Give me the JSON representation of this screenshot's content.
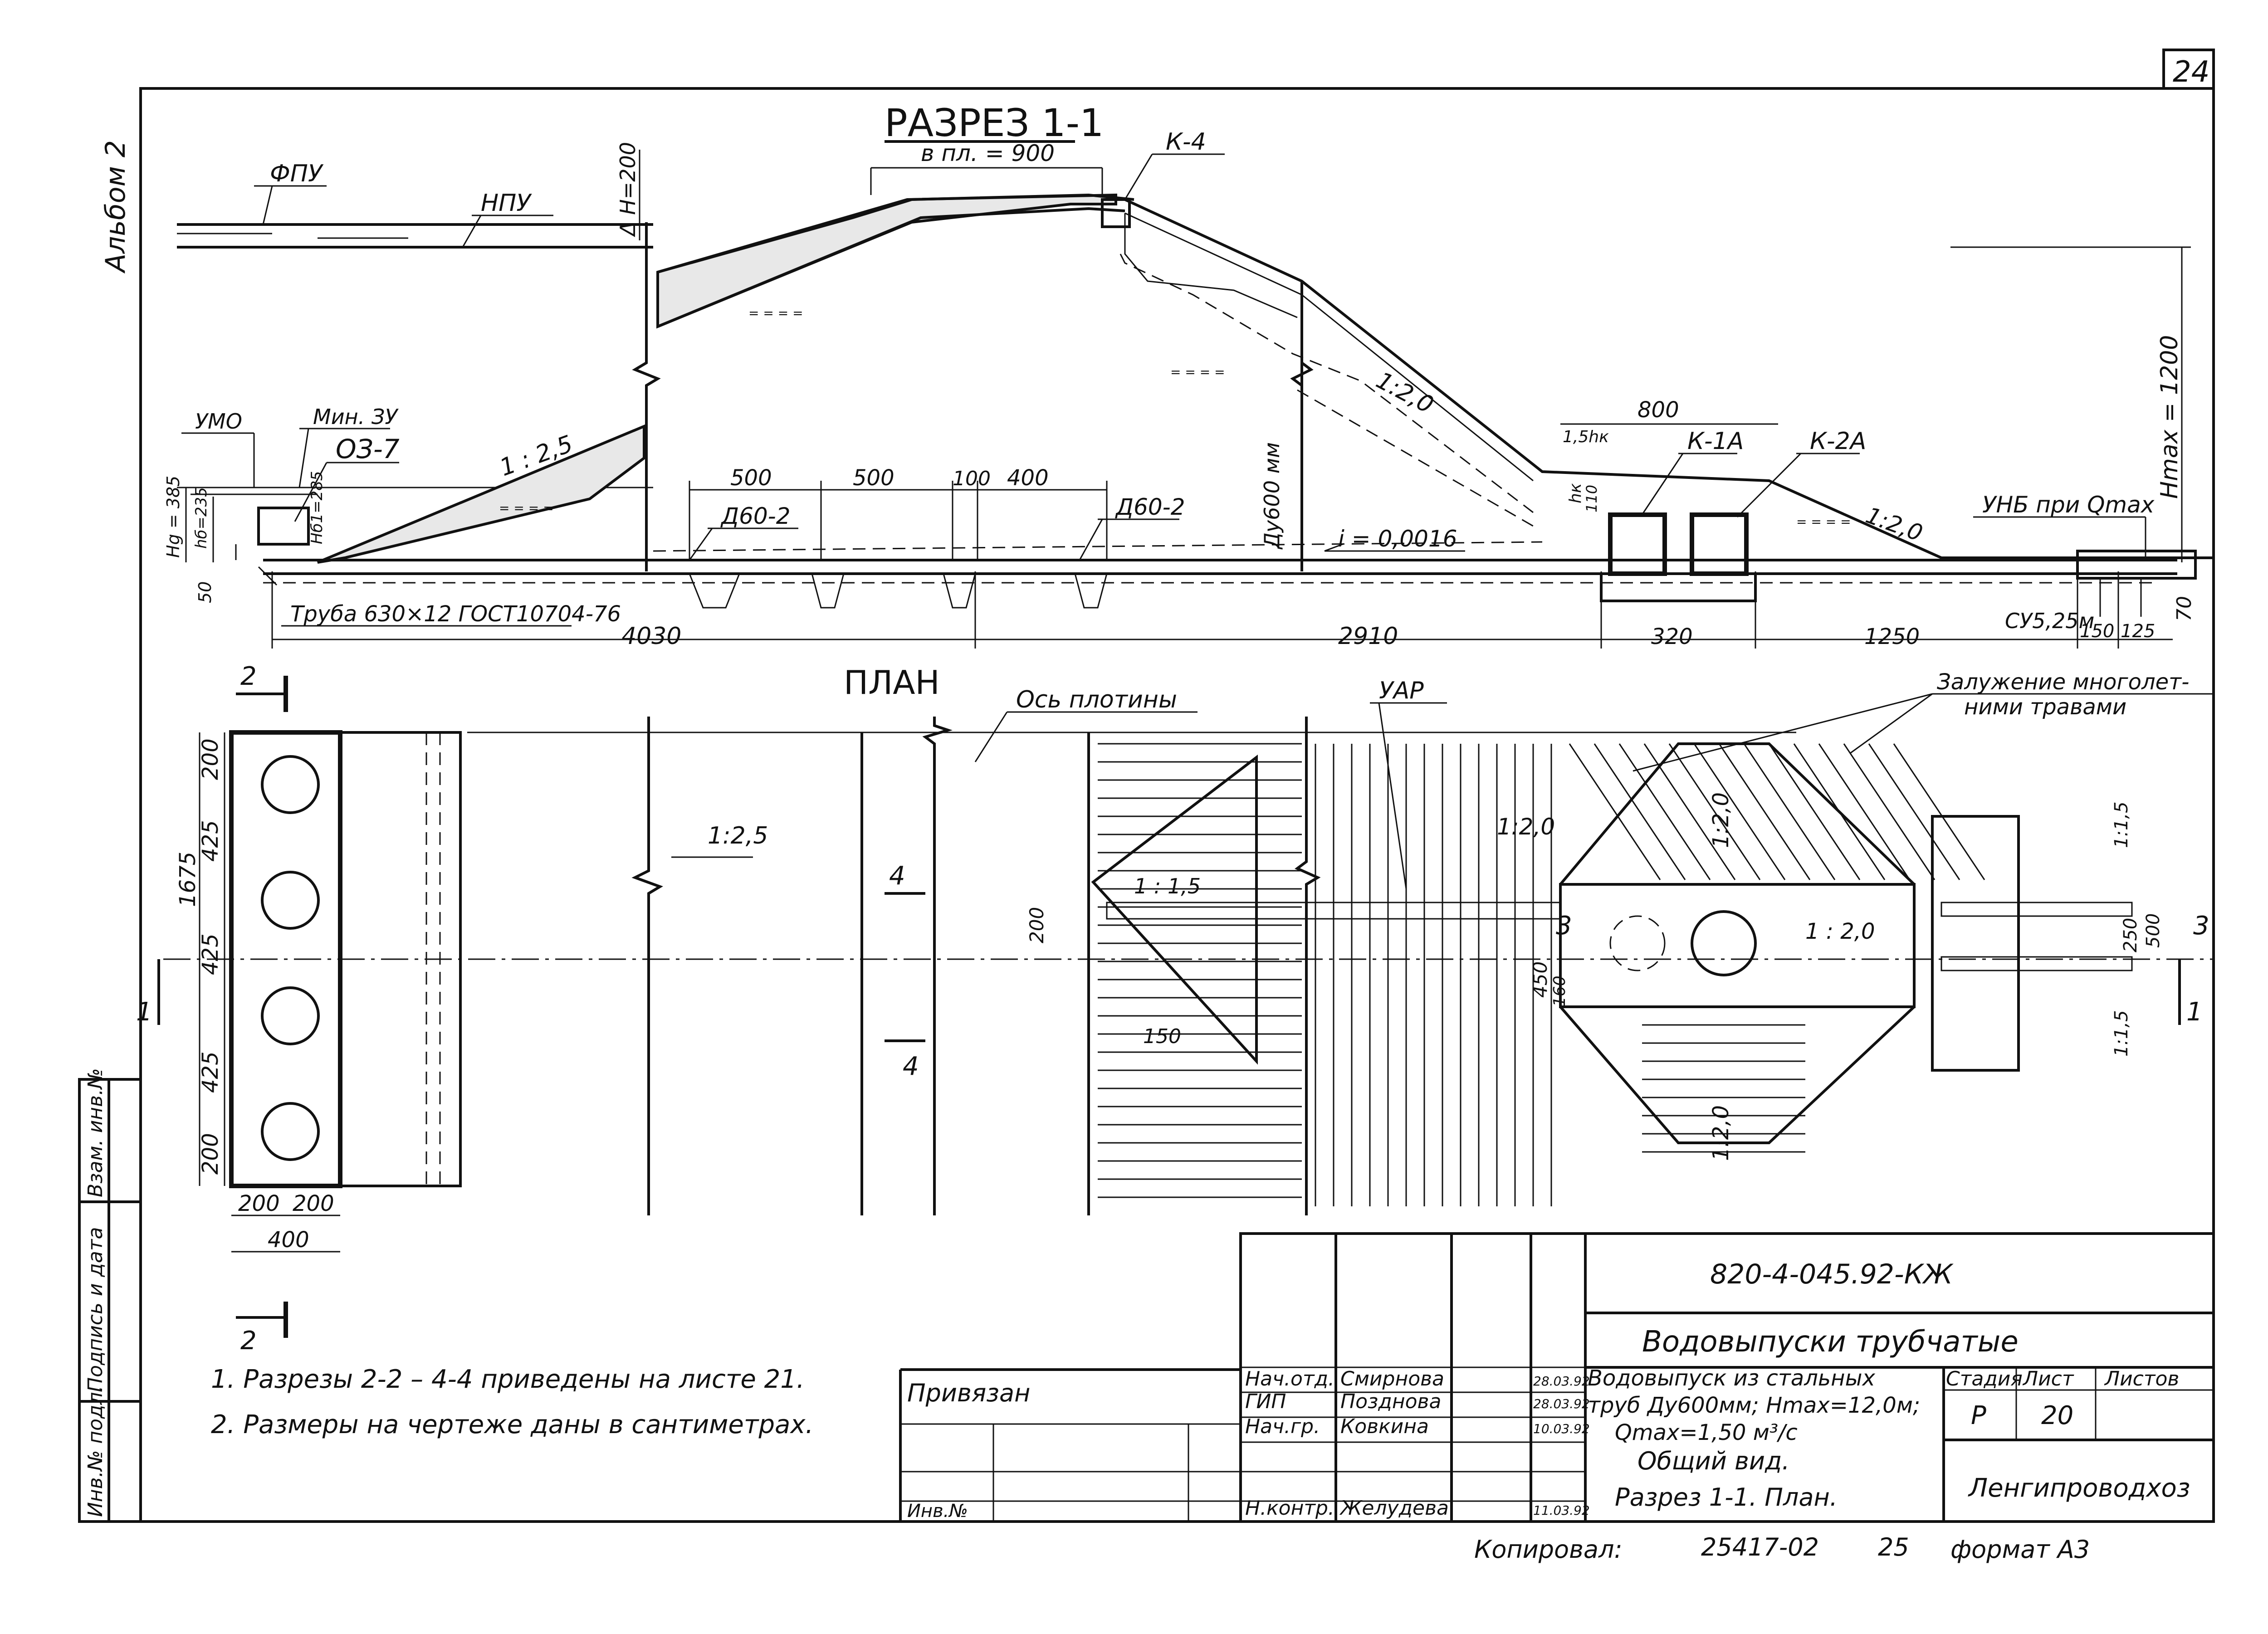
{
  "sheet": {
    "page_number": "24",
    "album": "Альбом 2",
    "copied_by": "Копировал:",
    "archive_no": "25417-02",
    "copy_no": "25",
    "format": "формат А3"
  },
  "section": {
    "title": "РАЗРЕЗ 1-1",
    "crest_width": "в пл. = 900",
    "levels": [
      "ФПУ",
      "НПУ",
      "УМО",
      "Мин. ЗУ",
      "УНБ при Qmax"
    ],
    "freeboard": "Δ H=200",
    "h_total": "Hmax = 1200",
    "hg": "Hg = 385",
    "hb": "hб=235",
    "hb1": "Hб1=285",
    "h50": "50",
    "h70": "70",
    "slope_up": "1 : 2,5",
    "slope_down": "1:2,0",
    "slope_down2": "1:2,0",
    "gradient": "i = 0,0016",
    "pipe_dn": "Ду600 мм",
    "pipe_spec": "Труба 630×12 ГОСТ10704-76",
    "fill_mark": "= = = =",
    "marks": {
      "k4": "К-4",
      "k1a": "К-1А",
      "k2a": "К-2А",
      "oz7": "ОЗ-7",
      "d60_2a": "Д60-2",
      "d60_2b": "Д60-2",
      "su": "СУ5,25м",
      "hk": "1,5hк",
      "hk2": "hк",
      "h110": "110"
    },
    "dims_top": [
      "500",
      "500",
      "100",
      "400",
      "800"
    ],
    "dims_bottom": [
      "4030",
      "2910",
      "320",
      "1250",
      "150",
      "125"
    ]
  },
  "plan": {
    "title": "ПЛАН",
    "dam_axis": "Ось плотины",
    "uar": "УАР",
    "grass": "Залужение многолетними травами",
    "grass_l1": "Залужение многолет-",
    "grass_l2": "ними травами",
    "slopes": [
      "1:2,5",
      "1 : 1,5",
      "1:2,0",
      "1:2,0",
      "1 : 2,0",
      "1:2,0",
      "1:1,5",
      "1:1,5"
    ],
    "dims_left": [
      "200",
      "425",
      "425",
      "425",
      "200",
      "1675",
      "200",
      "200",
      "400"
    ],
    "dims_right": [
      "200",
      "450",
      "160",
      "150",
      "250",
      "500"
    ],
    "section_marks": [
      "2",
      "2",
      "1",
      "1",
      "3",
      "3",
      "4",
      "4"
    ]
  },
  "notes": [
    "1. Разрезы 2-2 – 4-4 приведены на листе 21.",
    "2. Размеры на чертеже даны в сантиметрах."
  ],
  "side_stamp": [
    "Инв.№ подл.",
    "Подпись и дата",
    "Взам. инв.№"
  ],
  "title_block": {
    "code": "820-4-045.92-КЖ",
    "series": "Водовыпуски трубчатые",
    "desc1": "Водовыпуск из стальных",
    "desc2": "труб Ду600мм; Hmax=12,0м;",
    "desc3": "Qmax=1,50 м³/с",
    "view1": "Общий вид.",
    "view2": "Разрез 1-1. План.",
    "bound": "Привязан",
    "inv": "Инв.№",
    "stage_h": "Стадия",
    "sheet_h": "Лист",
    "sheets_h": "Листов",
    "stage": "Р",
    "sheet": "20",
    "org": "Ленгипроводхоз",
    "people": [
      {
        "role": "Нач.отд.",
        "name": "Смирнова",
        "date": "28.03.92"
      },
      {
        "role": "ГИП",
        "name": "Позднова",
        "date": "28.03.92"
      },
      {
        "role": "Нач.гр.",
        "name": "Ковкина",
        "date": "10.03.92"
      },
      {
        "role": "Н.контр.",
        "name": "Желудева",
        "date": "11.03.92"
      }
    ]
  }
}
